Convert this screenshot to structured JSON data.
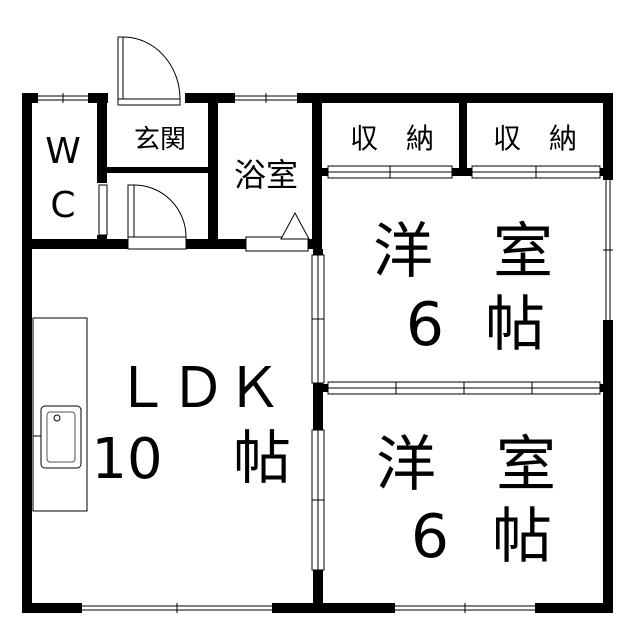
{
  "rooms": {
    "wc": {
      "lines": [
        "W",
        "C"
      ]
    },
    "entrance": {
      "label": "玄関"
    },
    "bath": {
      "label": "浴室"
    },
    "storage_1": {
      "label": "収　納"
    },
    "storage_2": {
      "label": "収　納"
    },
    "bedroom_1": {
      "name": "洋　室",
      "size": "6",
      "unit": "帖"
    },
    "bedroom_2": {
      "name": "洋　室",
      "size": "6",
      "unit": "帖"
    },
    "ldk": {
      "name": "ＬＤＫ",
      "size": "10",
      "unit": "帖"
    }
  },
  "colors": {
    "wall": "#000000",
    "fixture": "#555555",
    "background": "#ffffff"
  }
}
